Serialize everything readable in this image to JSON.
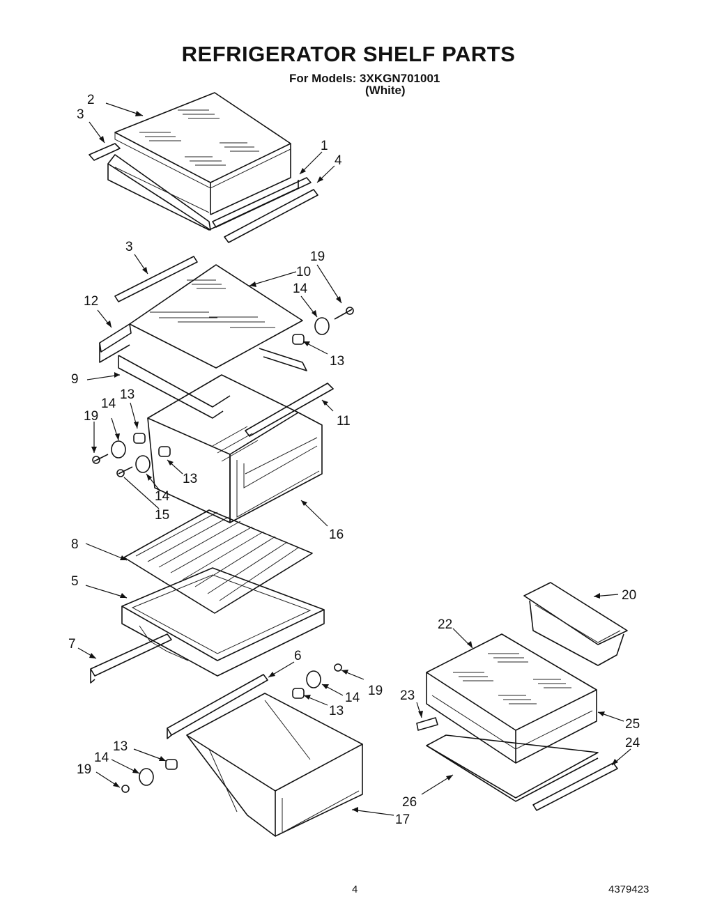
{
  "header": {
    "title": "REFRIGERATOR SHELF PARTS",
    "models_line": "For Models: 3XKGN701001",
    "variant": "(White)"
  },
  "footer": {
    "page_number": "4",
    "document_number": "4379423"
  },
  "callouts": [
    "1",
    "2",
    "3",
    "3",
    "4",
    "5",
    "6",
    "7",
    "8",
    "9",
    "10",
    "11",
    "12",
    "13",
    "13",
    "13",
    "13",
    "13",
    "14",
    "14",
    "14",
    "14",
    "14",
    "15",
    "16",
    "17",
    "19",
    "19",
    "19",
    "19",
    "20",
    "22",
    "23",
    "24",
    "25",
    "26"
  ]
}
